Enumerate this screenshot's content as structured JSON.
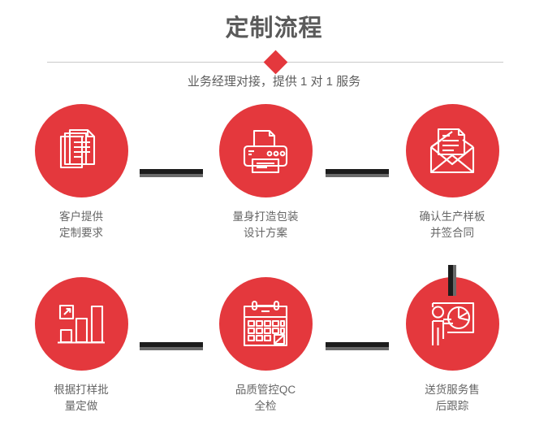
{
  "header": {
    "title": "定制流程",
    "subtitle": "业务经理对接，提供 1 对 1 服务",
    "divider_icon": "diamond",
    "title_color": "#5a5a5a",
    "accent_color": "#e4383d",
    "divider_color": "#c9c9c9"
  },
  "flow": {
    "accent_color": "#e4383d",
    "connector_dark": "#1c1c1c",
    "connector_light": "#6a6a6a",
    "label_color": "#666666",
    "steps": [
      {
        "index": 1,
        "icon": "documents-stack-icon",
        "label": "客户提供\n定制要求",
        "row": "top",
        "column": 1
      },
      {
        "index": 2,
        "icon": "printer-icon",
        "label": "量身打造包装\n设计方案",
        "row": "top",
        "column": 2
      },
      {
        "index": 3,
        "icon": "envelope-letter-icon",
        "label": "确认生产样板\n并签合同",
        "row": "top",
        "column": 3
      },
      {
        "index": 4,
        "icon": "bar-chart-growth-icon",
        "label": "根据打样批\n量定做",
        "row": "bottom",
        "column": 1
      },
      {
        "index": 5,
        "icon": "calendar-check-icon",
        "label": "品质管控QC\n全检",
        "row": "bottom",
        "column": 2
      },
      {
        "index": 6,
        "icon": "presenter-piechart-icon",
        "label": "送货服务售\n后跟踪",
        "row": "bottom",
        "column": 3
      }
    ],
    "connectors": [
      {
        "name": "top-1-to-2",
        "orientation": "horizontal"
      },
      {
        "name": "top-2-to-3",
        "orientation": "horizontal"
      },
      {
        "name": "top-3-to-bottom-3",
        "orientation": "vertical"
      },
      {
        "name": "bottom-1-to-2",
        "orientation": "horizontal"
      },
      {
        "name": "bottom-2-to-3",
        "orientation": "horizontal"
      }
    ]
  }
}
